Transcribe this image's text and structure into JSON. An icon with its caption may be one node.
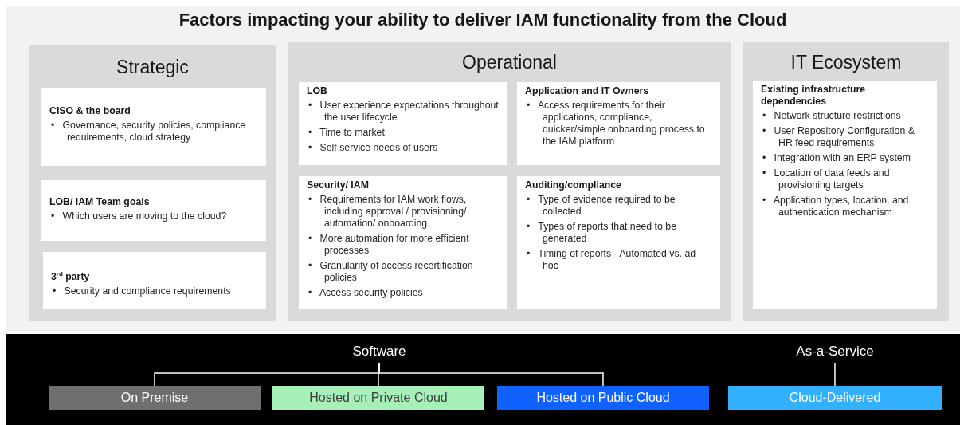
{
  "diagram": {
    "title": "Factors impacting your ability to deliver IAM functionality from the Cloud",
    "nodes": [
      {
        "text": [
          "Strategic"
        ]
      },
      {
        "text": [
          "CISO & the board",
          "• Governance, security policies, compliance requirements, cloud strategy"
        ],
        "in": 0
      },
      {
        "text": [
          "LOB/ IAM Team goals",
          "• Which users are moving to the cloud?"
        ],
        "in": 0
      },
      {
        "text": [
          "3$^{rd}$ party",
          "• Security and compliance requirements"
        ],
        "in": 0
      },
      {
        "text": [
          "Operational"
        ]
      },
      {
        "text": [
          "LOB",
          "• User experience expectations throughout the user lifecycle",
          "• Time to market",
          "• Self service needs of users"
        ],
        "in": 4
      },
      {
        "text": [
          "Application and IT Owners",
          "• Access requirements for their applications, compliance, quicker/simple onboarding process to the IAM platform"
        ],
        "in": 4
      },
      {
        "text": [
          "Security/ IAM",
          "• Requirements for IAM work flows, including approval / provisioning/ automation/ onboarding",
          "• More automation for more efficient processes",
          "• Granularity of access recertification policies",
          "• Access security policies"
        ],
        "in": 4
      },
      {
        "text": [
          "Auditing/compliance",
          "• Type of evidence required to be collected",
          "• Types of reports that need to be generated",
          "• Timing of reports - Automated vs. ad hoc"
        ],
        "in": 4
      },
      {
        "text": [
          "IT Ecosystem"
        ]
      },
      {
        "text": [
          "Existing infrastructure dependencies",
          "• Network structure restrictions",
          "• User Repository Configuration & HR feed requirements",
          "• Integration with an ERP system",
          "• Location of data feeds and provisioning targets",
          "• Application types, location, and authentication mechanism"
        ],
        "in": 9
      },
      {
        "text": [
          "Software"
        ]
      },
      {
        "text": [
          "On Premise"
        ]
      },
      {
        "text": [
          "Hosted on Private Cloud"
        ]
      },
      {
        "text": [
          "Hosted on Public Cloud"
        ]
      },
      {
        "text": [
          "As-a-Service"
        ]
      },
      {
        "text": [
          "Cloud-Delivered"
        ]
      }
    ],
    "edges": [
      {
        "from": 11,
        "to": 12,
        "arrow": "none"
      },
      {
        "from": 11,
        "to": 13,
        "arrow": "none"
      },
      {
        "from": 11,
        "to": 14,
        "arrow": "none"
      },
      {
        "from": 15,
        "to": 16,
        "arrow": "none"
      }
    ]
  }
}
